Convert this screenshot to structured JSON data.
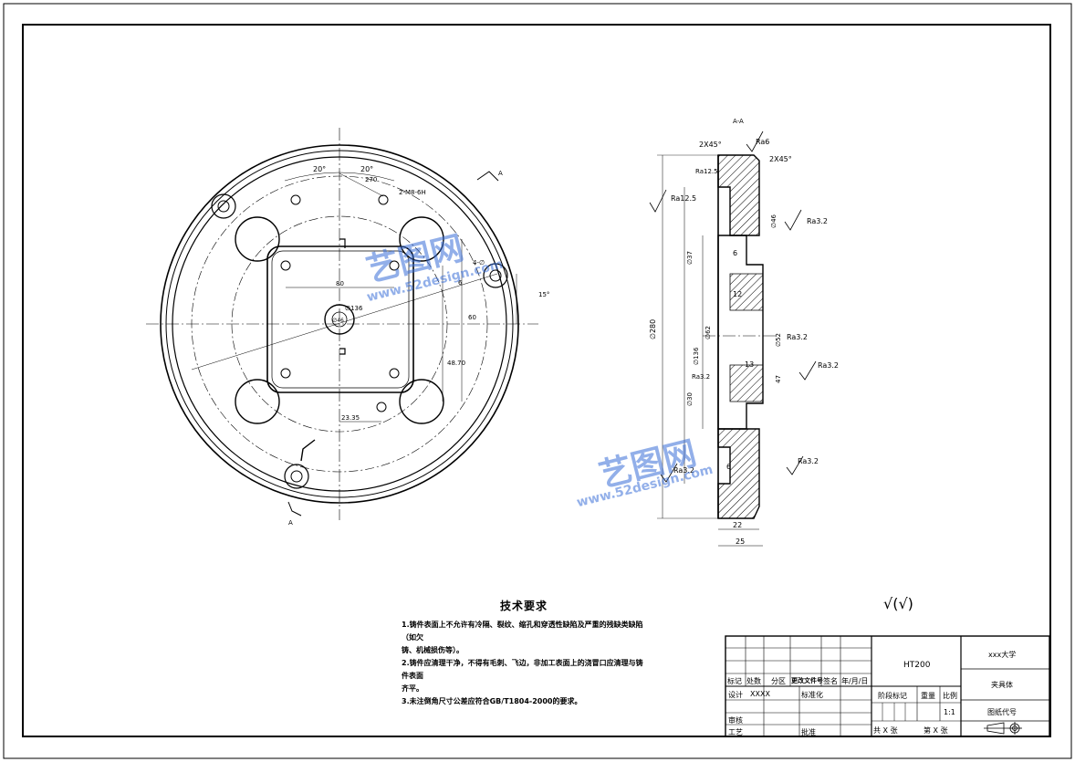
{
  "plan_view": {
    "angle_1": "20°",
    "angle_2": "20°",
    "bolt_circle": "270",
    "hole_callout": "2-M8-6H",
    "dim_80": "80",
    "dim_center": "∅136",
    "dim_side": "15°",
    "dim_60": "60",
    "dim_vertical": "48.70",
    "dim_bottom": "23.35",
    "bore": "∅46",
    "section_mark_top": "A",
    "section_mark_bottom": "A",
    "small_hole": "4-∅",
    "ref_6": "6"
  },
  "section_view": {
    "title": "A-A",
    "chamfer_1": "2X45°",
    "chamfer_2": "2X45°",
    "ra_top": "Ra6",
    "ra_left_top": "Ra12.5",
    "ra_right_top": "Ra3.2",
    "ra_right_mid": "Ra3.2",
    "ra_right_mid2": "Ra3.2",
    "ra_left_bottom": "Ra3.2",
    "ra_right_bottom": "Ra3.2",
    "ra_inner": "Ra12.5",
    "ra_small": "Ra3.2",
    "overall_dia": "∅280",
    "dim_d1": "∅136",
    "dim_d2": "∅62",
    "dim_d3": "∅52",
    "dim_12": "12",
    "dim_13": "13",
    "dim_6a": "6",
    "dim_6b": "6",
    "dim_22": "22",
    "dim_25": "25",
    "dim_47": "47",
    "dim_b1": "∅37",
    "dim_b2": "∅30",
    "dim_b3": "∅46"
  },
  "tech_requirements": {
    "title": "技术要求",
    "notes": [
      "1.铸件表面上不允许有冷隔、裂纹、缩孔和穿透性缺陷及严重的残缺类缺陷（如欠",
      "铸、机械损伤等）。",
      "2.铸件应清理干净，不得有毛刺、飞边，非加工表面上的浇冒口应清理与铸件表面",
      "齐平。",
      "3.未注倒角尺寸公差应符合GB/T1804-2000的要求。"
    ]
  },
  "roughness_note": "√(√)",
  "title_block": {
    "material": "HT200",
    "school": "xxx大学",
    "drawing_name": "夹具体",
    "drawing_code": "图纸代号",
    "row_labels": [
      "标记",
      "处数",
      "分区",
      "更改文件号",
      "签名",
      "年/月/日"
    ],
    "design": "设计",
    "design_name": "XXXX",
    "standardize": "标准化",
    "review": "审核",
    "process": "工艺",
    "approve": "批准",
    "stage": "阶段标记",
    "weight": "重量",
    "scale": "比例",
    "scale_value": "1:1",
    "sheets_total": "共 X 张",
    "sheet_no": "第 X 张"
  },
  "watermark": {
    "brand": "艺图网",
    "url": "www.52design.com"
  }
}
